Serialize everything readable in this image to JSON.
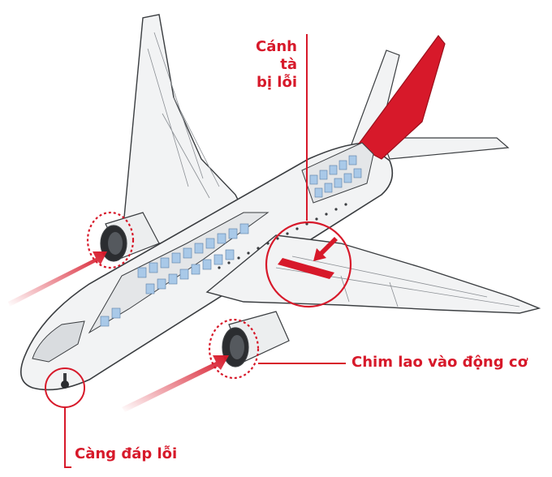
{
  "labels": {
    "flap_line1": "Cánh tà",
    "flap_line2": "bị lỗi",
    "bird_strike": "Chim lao vào động cơ",
    "landing_gear": "Càng đáp lỗi"
  },
  "colors": {
    "accent": "#d7192a",
    "fuselage": "#f2f3f4",
    "outline": "#3a3d40",
    "seats": "#a9c9e8",
    "tail": "#d7192a"
  }
}
